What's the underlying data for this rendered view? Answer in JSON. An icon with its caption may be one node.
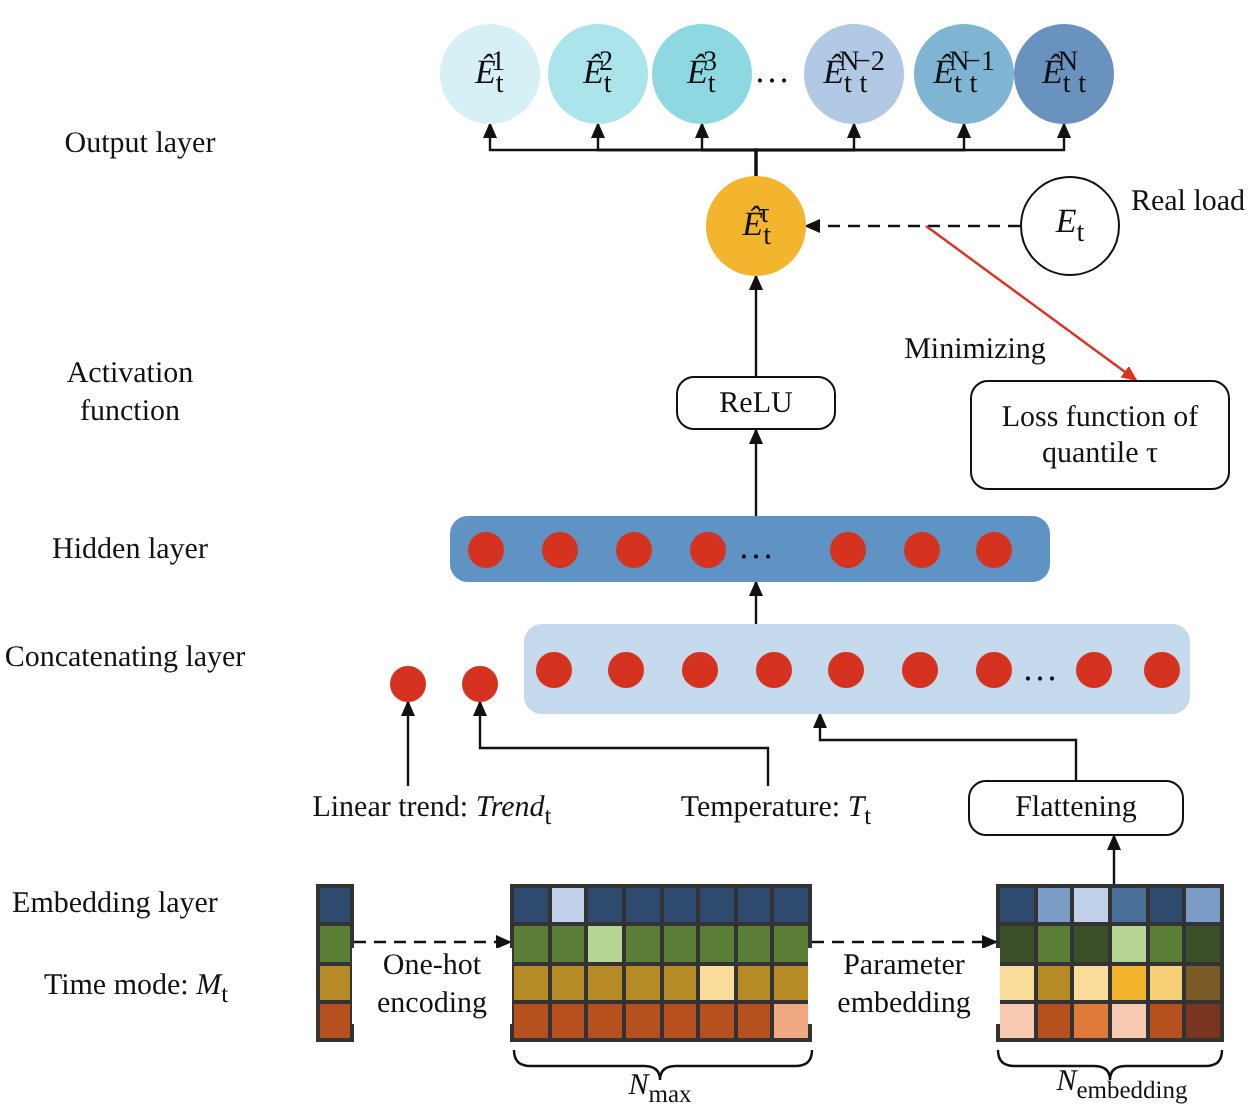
{
  "diagram": {
    "nodes": [
      {
        "text": [
          "*Ê*$_{t}$$^{1}$"
        ]
      },
      {
        "text": [
          "*Ê*$_{t}$$^{2}$"
        ]
      },
      {
        "text": [
          "*Ê*$_{t}$$^{3}$"
        ]
      },
      {
        "text": [
          "*Ê*$_{t}$$^{N}$$_{t}$$^{−2}$"
        ]
      },
      {
        "text": [
          "*Ê*$_{t}$$^{N}$$_{t}$$^{−1}$"
        ]
      },
      {
        "text": [
          "*Ê*$_{t}$$^{N}$$_{t}$"
        ]
      },
      {
        "text": [
          "*Ê*$_{t}$$^{τ}$"
        ]
      },
      {
        "text": [
          "*E*$_{t}$"
        ],
        "beside": [
          "Real load"
        ]
      },
      {
        "text": [
          "ReLU"
        ]
      },
      {
        "text": [
          "Loss function of quantile τ"
        ]
      },
      {
        "text": [],
        "shape": "bar"
      },
      {
        "text": [],
        "shape": "circle"
      },
      {
        "text": [],
        "shape": "circle"
      },
      {
        "text": [],
        "shape": "bar"
      },
      {
        "text": [
          "Linear trend: *Trend*$_{t}$"
        ]
      },
      {
        "text": [
          "Temperature: *T*$_{t}$"
        ]
      },
      {
        "text": [
          "Flattening"
        ]
      },
      {
        "text": [],
        "shape": "bar"
      },
      {
        "text": [],
        "shape": "box",
        "beside": [
          "*N*$_{max}$"
        ]
      },
      {
        "text": [],
        "shape": "box",
        "beside": [
          "*N*$_{embedding}$"
        ]
      }
    ],
    "edges": [
      {
        "from": 6,
        "to": 0,
        "arrow": "to"
      },
      {
        "from": 6,
        "to": 1,
        "arrow": "to"
      },
      {
        "from": 6,
        "to": 2,
        "arrow": "to"
      },
      {
        "from": 6,
        "to": 3,
        "arrow": "to"
      },
      {
        "from": 6,
        "to": 4,
        "arrow": "to"
      },
      {
        "from": 6,
        "to": 5,
        "arrow": "to"
      },
      {
        "from": 7,
        "to": 6,
        "arrow": "to",
        "style": "dashed"
      },
      {
        "from": null,
        "to": 9,
        "arrow": "to",
        "label": "Minimizing",
        "color": "#e0301e"
      },
      {
        "from": 8,
        "to": 6,
        "arrow": "to"
      },
      {
        "from": 10,
        "to": 8,
        "arrow": "to"
      },
      {
        "from": 13,
        "to": 10,
        "arrow": "to"
      },
      {
        "from": 14,
        "to": 11,
        "arrow": "to"
      },
      {
        "from": 15,
        "to": 12,
        "arrow": "to"
      },
      {
        "from": 16,
        "to": 13,
        "arrow": "to"
      },
      {
        "from": 19,
        "to": 16,
        "arrow": "to"
      },
      {
        "from": 17,
        "to": 18,
        "arrow": "to",
        "style": "dashed",
        "label": "One-hot encoding"
      },
      {
        "from": 18,
        "to": 19,
        "arrow": "to",
        "style": "dashed",
        "label": "Parameter embedding"
      }
    ],
    "labels": [
      "Output layer",
      "Activation function",
      "Hidden layer",
      "Concatenating layer",
      "Embedding layer",
      "Time mode: *M*$_{t}$",
      "…",
      "…",
      "…"
    ]
  }
}
